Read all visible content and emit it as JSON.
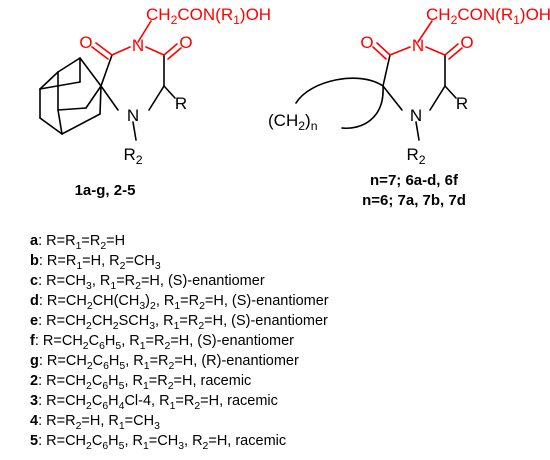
{
  "colors": {
    "ink": "#000000",
    "highlight": "#ff0000"
  },
  "struct1": {
    "sidechain": "CH2CON(R1)OH",
    "o_left": "O",
    "o_right": "O",
    "n_top": "N",
    "n_bottom": "N",
    "r": "R",
    "r2": "R2",
    "caption": "1a-g, 2-5"
  },
  "struct2": {
    "sidechain": "CH2CON(R1)OH",
    "o_left": "O",
    "o_right": "O",
    "n_top": "N",
    "n_bottom": "N",
    "r": "R",
    "r2": "R2",
    "ring_label": "(CH2)n",
    "caption_line1": "n=7; 6a-d, 6f",
    "caption_line2": "n=6; 7a, 7b, 7d"
  },
  "legend": [
    {
      "code": "a",
      "text": "R=R1=R2=H"
    },
    {
      "code": "b",
      "text": "R=R1=H, R2=CH3"
    },
    {
      "code": "c",
      "text": "R=CH3, R1=R2=H, (S)-enantiomer"
    },
    {
      "code": "d",
      "text": "R=CH2CH(CH3)2, R1=R2=H, (S)-enantiomer"
    },
    {
      "code": "e",
      "text": "R=CH2CH2SCH3, R1=R2=H, (S)-enantiomer"
    },
    {
      "code": "f",
      "text": "R=CH2C6H5, R1=R2=H, (S)-enantiomer"
    },
    {
      "code": "g",
      "text": "R=CH2C6H5, R1=R2=H, (R)-enantiomer"
    },
    {
      "code": "2",
      "text": "R=CH2C6H5, R1=R2=H, racemic"
    },
    {
      "code": "3",
      "text": "R=CH2C6H4Cl-4, R1=R2=H, racemic"
    },
    {
      "code": "4",
      "text": "R=R2=H, R1=CH3"
    },
    {
      "code": "5",
      "text": "R=CH2C6H5, R1=CH3, R2=H, racemic"
    }
  ]
}
